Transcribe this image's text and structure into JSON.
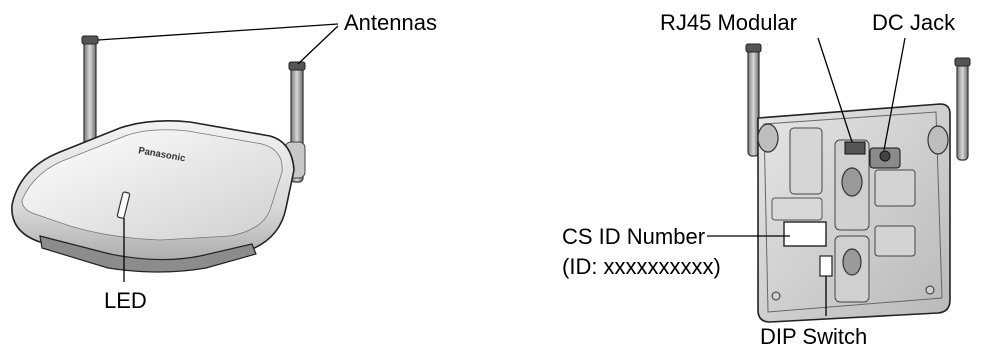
{
  "front_view": {
    "brand": "Panasonic",
    "labels": {
      "antennas": "Antennas",
      "led": "LED"
    }
  },
  "rear_view": {
    "labels": {
      "rj45": "RJ45 Modular",
      "dc_jack": "DC Jack",
      "cs_id": "CS ID Number",
      "cs_id_value": "(ID: xxxxxxxxxx)",
      "dip_switch": "DIP Switch"
    }
  }
}
